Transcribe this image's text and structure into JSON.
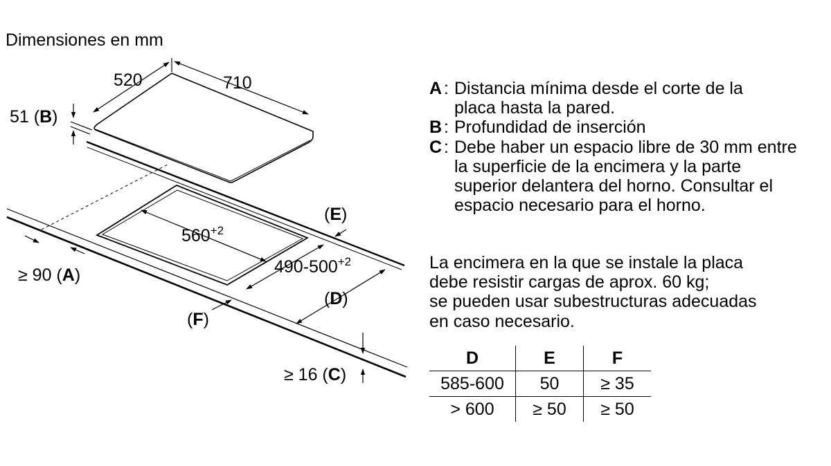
{
  "title": "Dimensiones en mm",
  "dims": {
    "depth": "520",
    "width": "710",
    "insert_depth": "51",
    "cut_width": "560",
    "cut_width_tol": "+2",
    "cut_depth": "490-500",
    "cut_depth_tol": "+2",
    "min_wall": "≥ 90",
    "min_gap": "≥ 16"
  },
  "letters": {
    "A": "A",
    "B": "B",
    "C": "C",
    "D": "D",
    "E": "E",
    "F": "F"
  },
  "notes": [
    {
      "letter": "A",
      "text": "Distancia mínima desde el corte de la placa hasta la pared."
    },
    {
      "letter": "B",
      "text": "Profundidad de inserción"
    },
    {
      "letter": "C",
      "text": "Debe haber un espacio libre de 30 mm entre la superficie de la encimera y la parte superior delantera del horno. Consultar el espacio necesario para el horno."
    }
  ],
  "load_note": [
    "La encimera en la que se instale la placa",
    "debe resistir cargas de aprox. 60 kg;",
    "se pueden usar subestructuras adecuadas",
    "en caso necesario."
  ],
  "table": {
    "headers": [
      "D",
      "E",
      "F"
    ],
    "rows": [
      [
        "585-600",
        "50",
        "≥ 35"
      ],
      [
        "> 600",
        "≥ 50",
        "≥ 50"
      ]
    ]
  }
}
